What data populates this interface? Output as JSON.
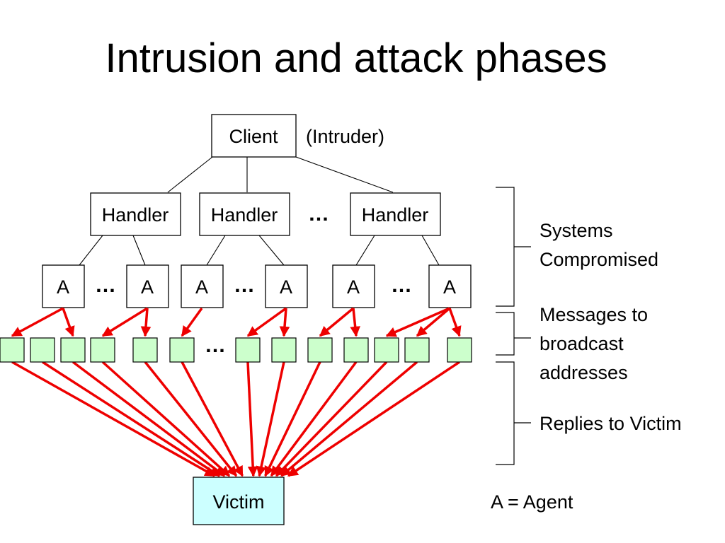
{
  "title": "Intrusion and attack phases",
  "client": {
    "label": "Client",
    "note": "(Intruder)"
  },
  "handlers": [
    "Handler",
    "Handler",
    "Handler"
  ],
  "agents": [
    "A",
    "A",
    "A",
    "A",
    "A",
    "A"
  ],
  "ellipsis": "…",
  "victim": "Victim",
  "side_labels": {
    "compromised": [
      "Systems",
      "Compromised"
    ],
    "messages": [
      "Messages to",
      "broadcast",
      "addresses"
    ],
    "replies": "Replies to Victim"
  },
  "legend": "A = Agent",
  "colors": {
    "arrow": "#ee0000",
    "broadcast_node": "#ccffcc",
    "victim": "#ccffff"
  }
}
